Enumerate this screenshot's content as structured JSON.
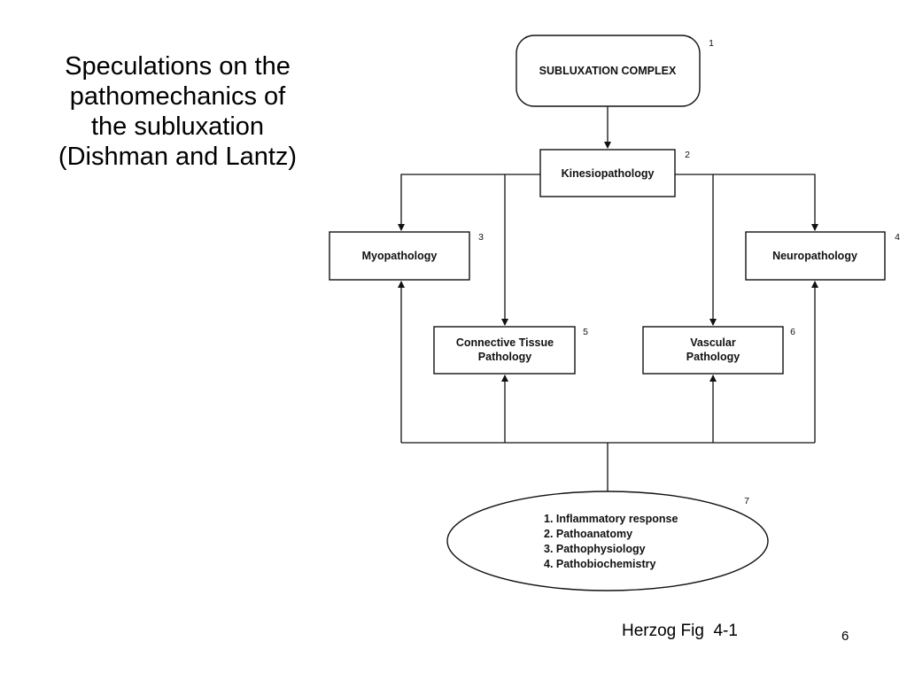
{
  "slide": {
    "title_lines": [
      "Speculations on the",
      "pathomechanics of",
      "the subluxation",
      "(Dishman and Lantz)"
    ],
    "caption": "Herzog Fig  4-1",
    "page_number": "6"
  },
  "diagram": {
    "nodes": {
      "subluxation": {
        "number": "1",
        "lines": [
          "SUBLUXATION COMPLEX"
        ]
      },
      "kinesio": {
        "number": "2",
        "lines": [
          "Kinesiopathology"
        ]
      },
      "myo": {
        "number": "3",
        "lines": [
          "Myopathology"
        ]
      },
      "neuro": {
        "number": "4",
        "lines": [
          "Neuropathology"
        ]
      },
      "connective": {
        "number": "5",
        "lines": [
          "Connective Tissue",
          "Pathology"
        ]
      },
      "vascular": {
        "number": "6",
        "lines": [
          "Vascular",
          "Pathology"
        ]
      },
      "factors": {
        "number": "7",
        "lines": [
          "1. Inflammatory response",
          "2. Pathoanatomy",
          "3. Pathophysiology",
          "4. Pathobiochemistry"
        ]
      }
    },
    "edges": [
      [
        "subluxation",
        "kinesio"
      ],
      [
        "kinesio",
        "myo"
      ],
      [
        "kinesio",
        "connective"
      ],
      [
        "kinesio",
        "vascular"
      ],
      [
        "kinesio",
        "neuro"
      ],
      [
        "factors",
        "myo"
      ],
      [
        "factors",
        "connective"
      ],
      [
        "factors",
        "vascular"
      ],
      [
        "factors",
        "neuro"
      ]
    ]
  }
}
